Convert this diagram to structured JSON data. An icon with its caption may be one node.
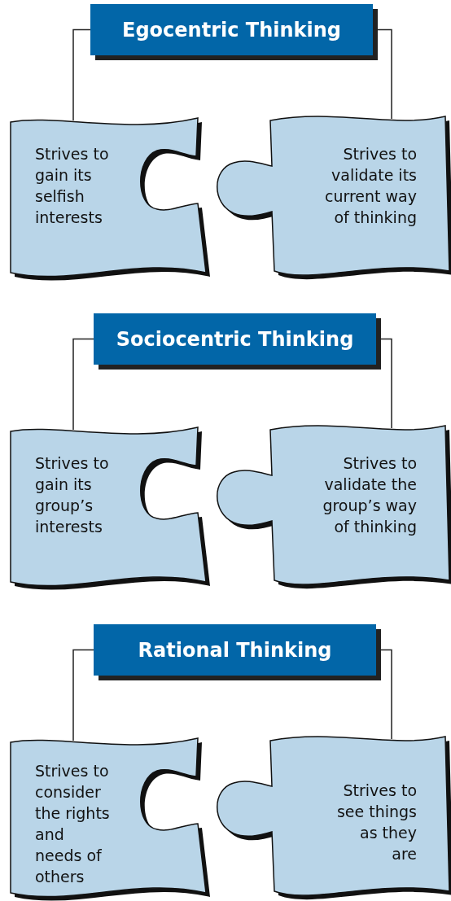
{
  "diagram": {
    "nodes": [
      {
        "text": [
          "Egocentric Thinking"
        ]
      },
      {
        "text": [
          "Strives to gain its selfish interests"
        ]
      },
      {
        "text": [
          "Strives to validate its current way of thinking"
        ]
      },
      {
        "text": [
          "Sociocentric Thinking"
        ]
      },
      {
        "text": [
          "Strives to gain its group’s interests"
        ]
      },
      {
        "text": [
          "Strives to validate the group’s way of thinking"
        ]
      },
      {
        "text": [
          "Rational Thinking"
        ]
      },
      {
        "text": [
          "Strives to consider the rights and needs of others"
        ]
      },
      {
        "text": [
          "Strives to see things as they are"
        ]
      }
    ],
    "edges": [
      {
        "from": 0,
        "to": 1,
        "arrow": "none"
      },
      {
        "from": 0,
        "to": 2,
        "arrow": "none"
      },
      {
        "from": 3,
        "to": 4,
        "arrow": "none"
      },
      {
        "from": 3,
        "to": 5,
        "arrow": "none"
      },
      {
        "from": 6,
        "to": 7,
        "arrow": "none"
      },
      {
        "from": 6,
        "to": 8,
        "arrow": "none"
      }
    ]
  }
}
